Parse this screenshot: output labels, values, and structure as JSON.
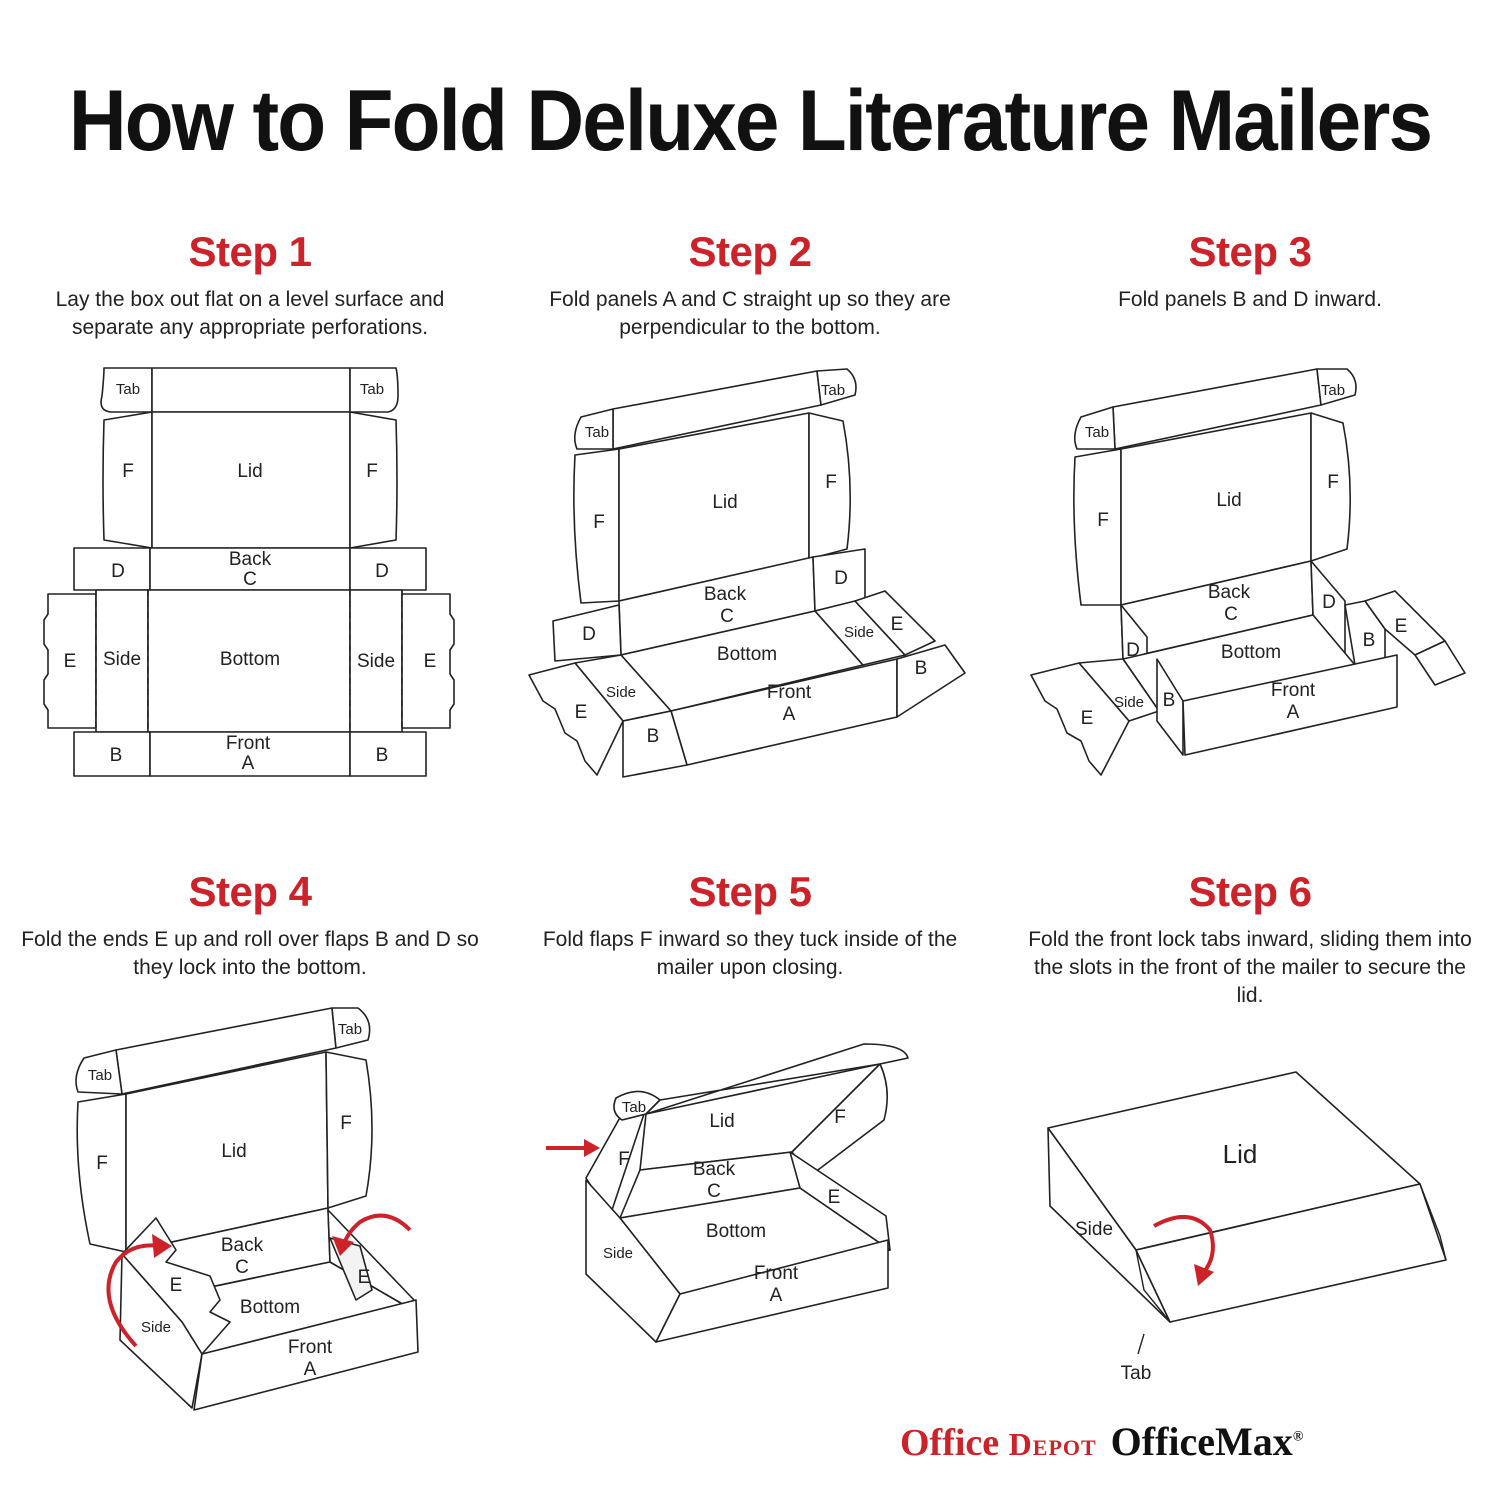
{
  "title": "How to Fold Deluxe Literature Mailers",
  "steps": [
    {
      "heading": "Step 1",
      "desc": "Lay the box out flat on a level surface and separate any appropriate perforations."
    },
    {
      "heading": "Step 2",
      "desc": "Fold panels A and C straight up so they are perpendicular to the bottom."
    },
    {
      "heading": "Step 3",
      "desc": "Fold panels B and D inward."
    },
    {
      "heading": "Step 4",
      "desc": "Fold the ends E up and roll over flaps B and D so they lock into the bottom."
    },
    {
      "heading": "Step 5",
      "desc": "Fold flaps F inward so they tuck inside of the mailer upon closing."
    },
    {
      "heading": "Step 6",
      "desc": "Fold the front lock tabs inward, sliding them into the slots in the front of the mailer to secure the lid."
    }
  ],
  "labels": {
    "tab": "Tab",
    "lid": "Lid",
    "f": "F",
    "d": "D",
    "e": "E",
    "b": "B",
    "back": "Back",
    "c": "C",
    "bottom": "Bottom",
    "side": "Side",
    "front": "Front",
    "a": "A"
  },
  "logos": {
    "office_depot_1": "Office",
    "office_depot_2": "Depot",
    "officemax": "OfficeMax",
    "trademark": "®"
  },
  "colors": {
    "accent": "#cc2229",
    "text": "#1a1a1a",
    "line": "#222222"
  }
}
